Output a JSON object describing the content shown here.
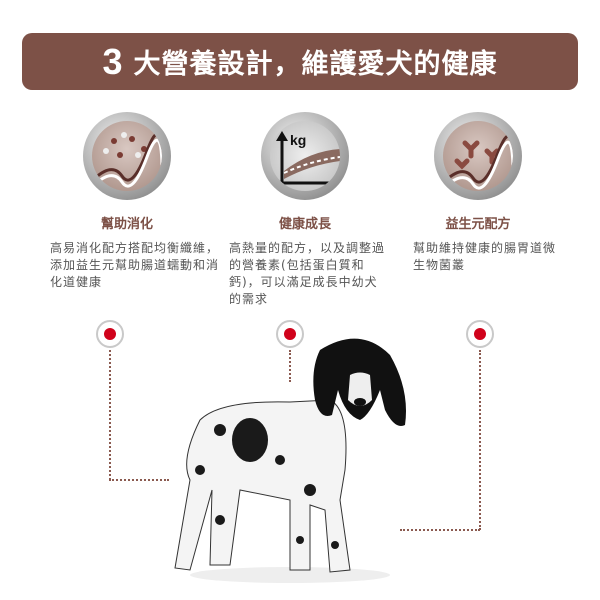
{
  "banner": {
    "number": "3",
    "title": "大營養設計，維護愛犬的健康",
    "color": "#7d5147"
  },
  "features": [
    {
      "icon": "digestion-icon",
      "title": "幫助消化",
      "desc": "高易消化配方搭配均衡纖維，添加益生元幫助腸道蠕動和消化道健康"
    },
    {
      "icon": "growth-kg-icon",
      "title": "健康成長",
      "desc": "高熱量的配方，以及調整過的營養素(包括蛋白質和鈣)，可以滿足成長中幼犬的需求",
      "icon_label": "kg"
    },
    {
      "icon": "prebiotic-icon",
      "title": "益生元配方",
      "desc": "幫助維持健康的腸胃道微生物菌叢"
    }
  ],
  "accent": "#d0021b"
}
